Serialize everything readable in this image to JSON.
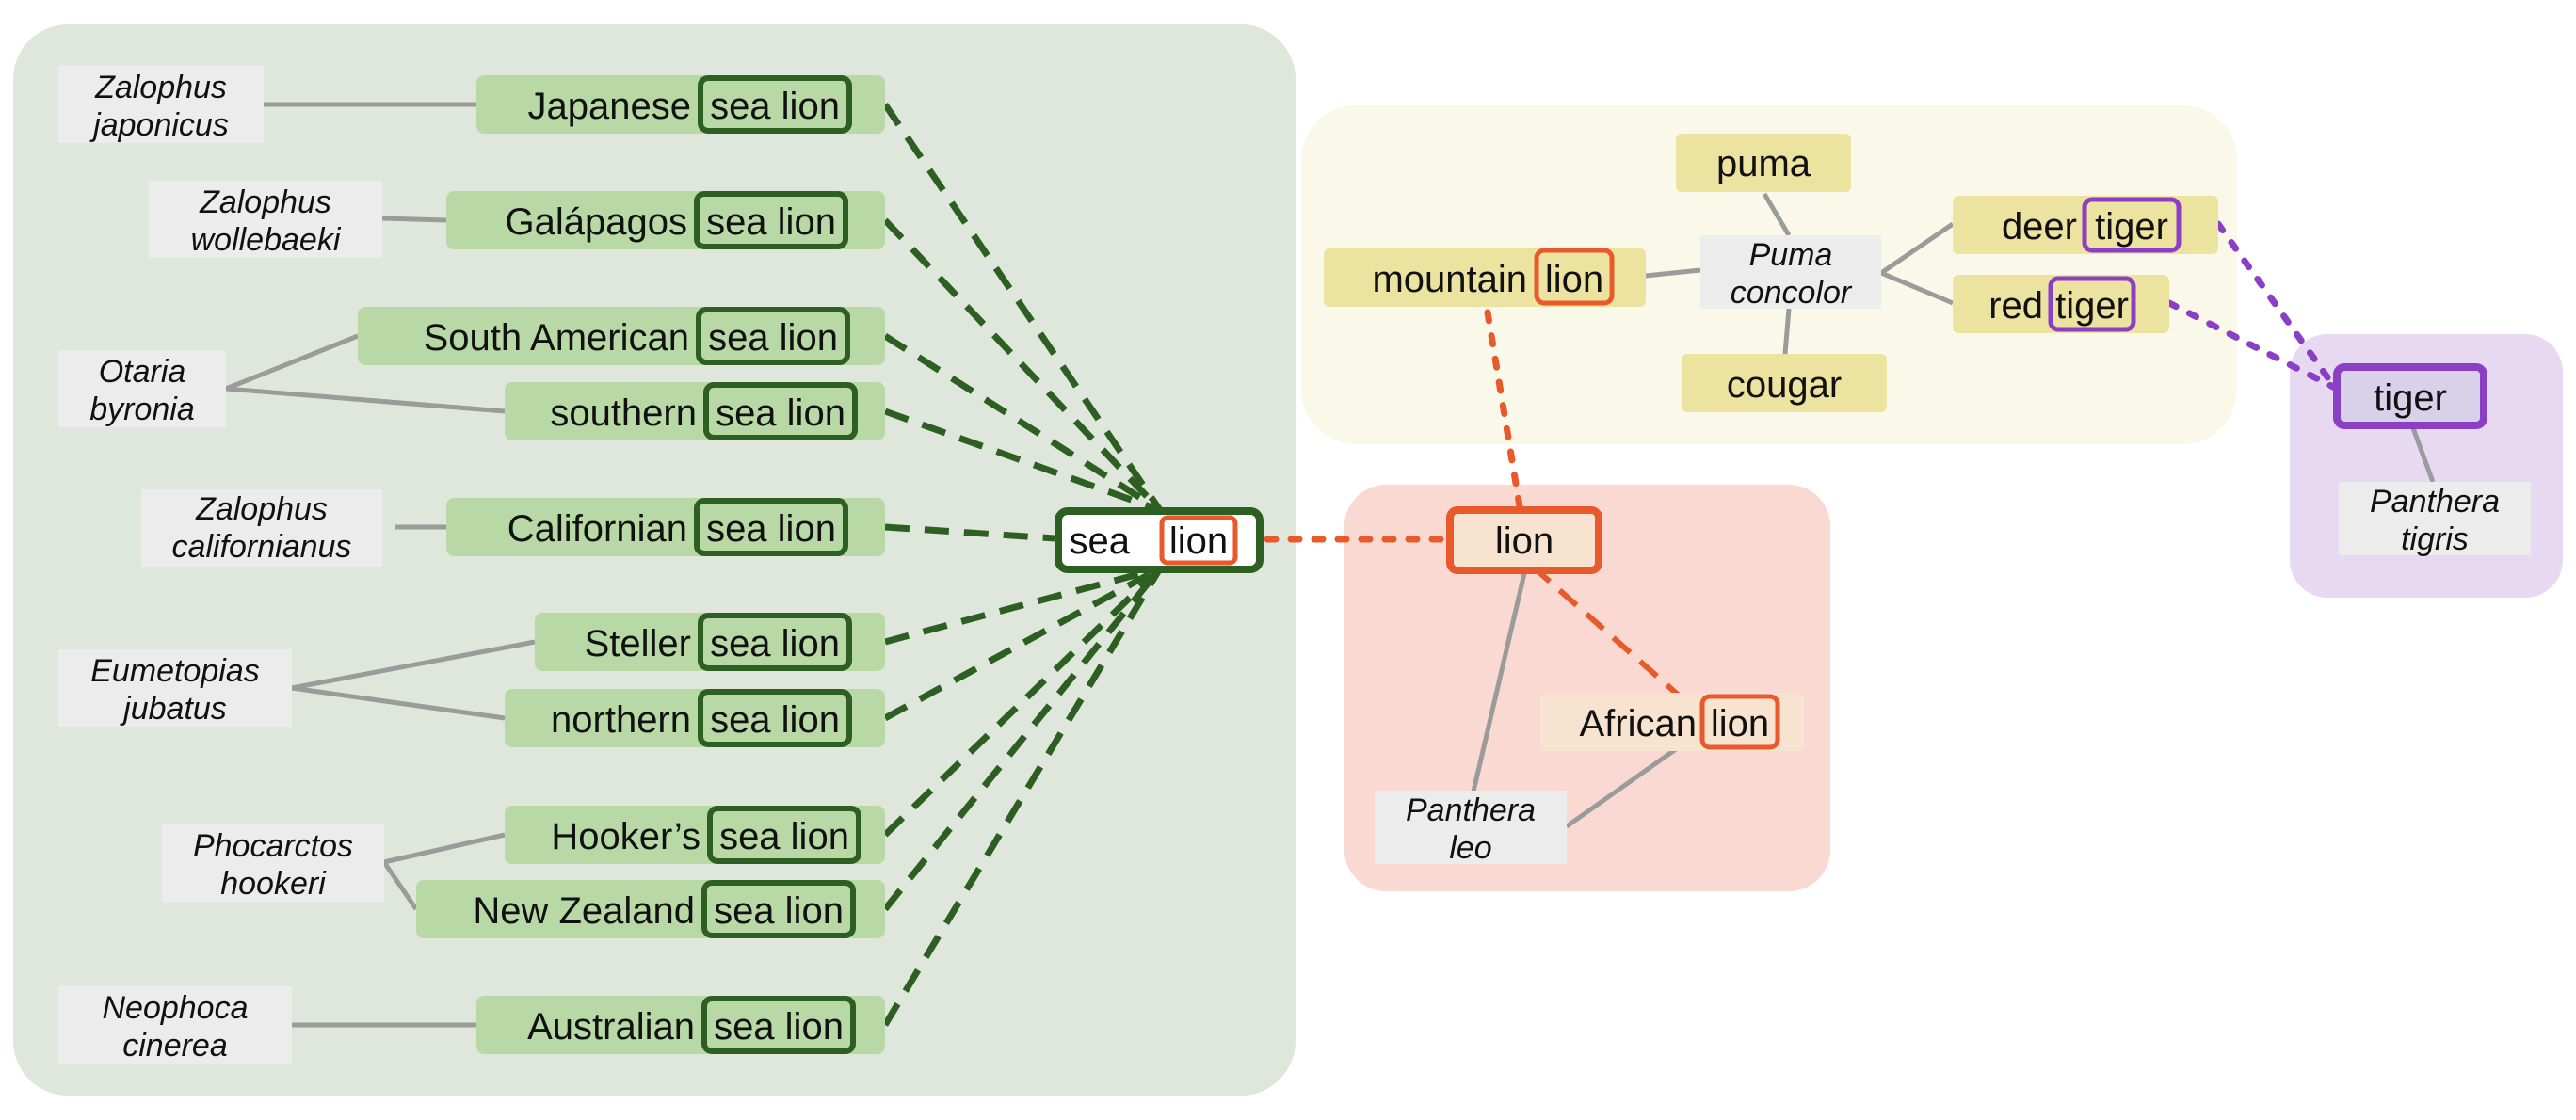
{
  "colors": {
    "sea_lion_panel": "#dfe7dd",
    "sea_lion_pill": "#b8d9a6",
    "sea_lion_accent": "#2e5f22",
    "puma_panel": "#faf8e8",
    "puma_pill": "#ede3a0",
    "lion_panel": "#f9d9d1",
    "lion_accent": "#e85a2b",
    "african_pill": "#f8e3d0",
    "tiger_panel": "#e6d9f1",
    "tiger_accent": "#8b3fc4",
    "tiger_pill": "#d9d0e9",
    "sci_box": "#ececec",
    "edge_grey": "#9b9b9b"
  },
  "sea_lion_group": {
    "species": [
      {
        "common_prefix": "Japanese",
        "suffix": "sea lion",
        "sci": [
          "Zalophus",
          "japonicus"
        ]
      },
      {
        "common_prefix": "Galápagos",
        "suffix": "sea lion",
        "sci": [
          "Zalophus",
          "wollebaeki"
        ]
      },
      {
        "common_prefix": "South American",
        "suffix": "sea lion",
        "sci": [
          "Otaria",
          "byronia"
        ]
      },
      {
        "common_prefix": "southern",
        "suffix": "sea lion",
        "sci": null
      },
      {
        "common_prefix": "Californian",
        "suffix": "sea lion",
        "sci": [
          "Zalophus",
          "californianus"
        ]
      },
      {
        "common_prefix": "Steller",
        "suffix": "sea lion",
        "sci": [
          "Eumetopias",
          "jubatus"
        ]
      },
      {
        "common_prefix": "northern",
        "suffix": "sea lion",
        "sci": null
      },
      {
        "common_prefix": "Hooker’s",
        "suffix": "sea lion",
        "sci": [
          "Phocarctos",
          "hookeri"
        ]
      },
      {
        "common_prefix": "New Zealand",
        "suffix": "sea lion",
        "sci": null
      },
      {
        "common_prefix": "Australian",
        "suffix": "sea lion",
        "sci": [
          "Neophoca",
          "cinerea"
        ]
      }
    ],
    "hub": {
      "prefix": "sea",
      "suffix": "lion"
    }
  },
  "puma_group": {
    "mountain": {
      "prefix": "mountain",
      "suffix": "lion"
    },
    "puma": "puma",
    "cougar": "cougar",
    "sci": [
      "Puma",
      "concolor"
    ],
    "deer": {
      "prefix": "deer",
      "suffix": "tiger"
    },
    "red": {
      "prefix": "red",
      "suffix": "tiger"
    }
  },
  "lion_group": {
    "lion": "lion",
    "african": {
      "prefix": "African",
      "suffix": "lion"
    },
    "sci": [
      "Panthera",
      "leo"
    ]
  },
  "tiger_group": {
    "tiger": "tiger",
    "sci": [
      "Panthera",
      "tigris"
    ]
  }
}
